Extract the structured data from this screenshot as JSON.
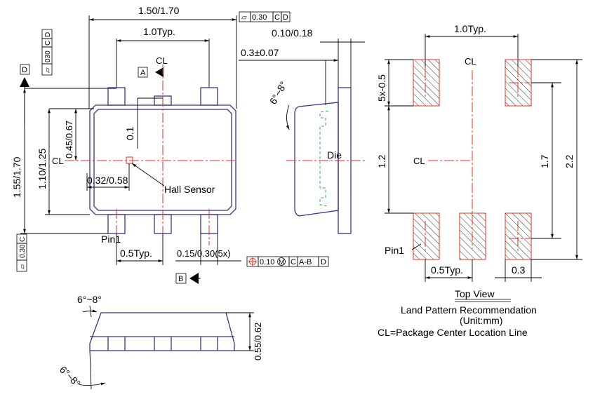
{
  "front_view": {
    "overall_width": "1.50/1.70",
    "flatness_symbol": "⏥",
    "flatness_tolerance": "0.30",
    "flatness_refs": [
      "C",
      "D"
    ],
    "body_pitch": "1.0Typ.",
    "cl_label": "CL",
    "datum_a": "A",
    "datum_d": "D",
    "datum_b": "B",
    "left_fcf_tol": "030",
    "left_fcf_refs": [
      "C",
      "D"
    ],
    "overall_height": "1.55/1.70",
    "body_height": "1.10/1.25",
    "sensor_y": "0.45/0.67",
    "offset_01": "0.1",
    "sensor_x": "0.32/0.58",
    "hall_sensor_label": "Hall Sensor",
    "pin1_label": "Pin1",
    "lead_pitch": "0.5Typ.",
    "lead_width": "0.15/0.30(5x)",
    "pos_tol": "0.10",
    "pos_mod": "M",
    "pos_refs": [
      "C",
      "A-B",
      "D"
    ],
    "bottom_fcf_tol": "0.30",
    "bottom_fcf_ref": "C"
  },
  "side_view": {
    "lead_thk": "0.10/0.18",
    "standoff": "0.3±0.07",
    "draft_angle": "6°~8°",
    "die_label": "Die"
  },
  "bottom_view": {
    "draft_top": "6°~8°",
    "draft_bottom": "6°~8°",
    "height": "0.55/0.62"
  },
  "land_pattern": {
    "pitch_top": "1.0Typ.",
    "cl_top": "CL",
    "cl_center": "CL",
    "pad_length": "5x-0.5",
    "inner_span": "1.2",
    "pad_span": "1.7",
    "overall_span": "2.2",
    "pin1_label": "Pin1",
    "pitch_bottom": "0.5Typ.",
    "pad_width": "0.3",
    "view_title": "Top View",
    "caption_1": "Land Pattern Recommendation",
    "caption_2": "(Unit:mm)",
    "caption_3": "CL=Package Center Location Line"
  },
  "colors": {
    "body_outline": "#3c2f8a",
    "center_line": "#e0301e",
    "die_outline": "#2bb34a",
    "dimension": "#000000"
  }
}
